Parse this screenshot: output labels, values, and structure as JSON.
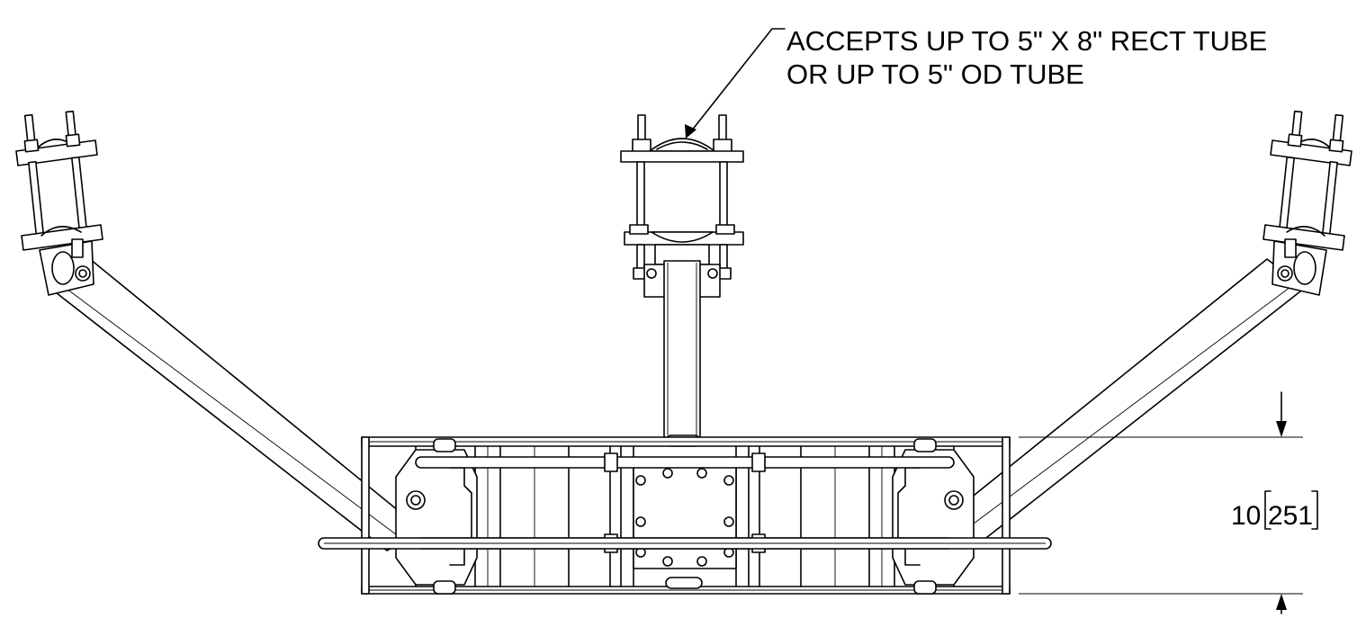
{
  "callout": {
    "line1": "ACCEPTS UP TO 5\" X 8\" RECT TUBE",
    "line2": "OR UP TO 5\" OD TUBE"
  },
  "dimension": {
    "value": "10",
    "metric": "251"
  },
  "colors": {
    "line": "#000000",
    "background": "#ffffff"
  }
}
